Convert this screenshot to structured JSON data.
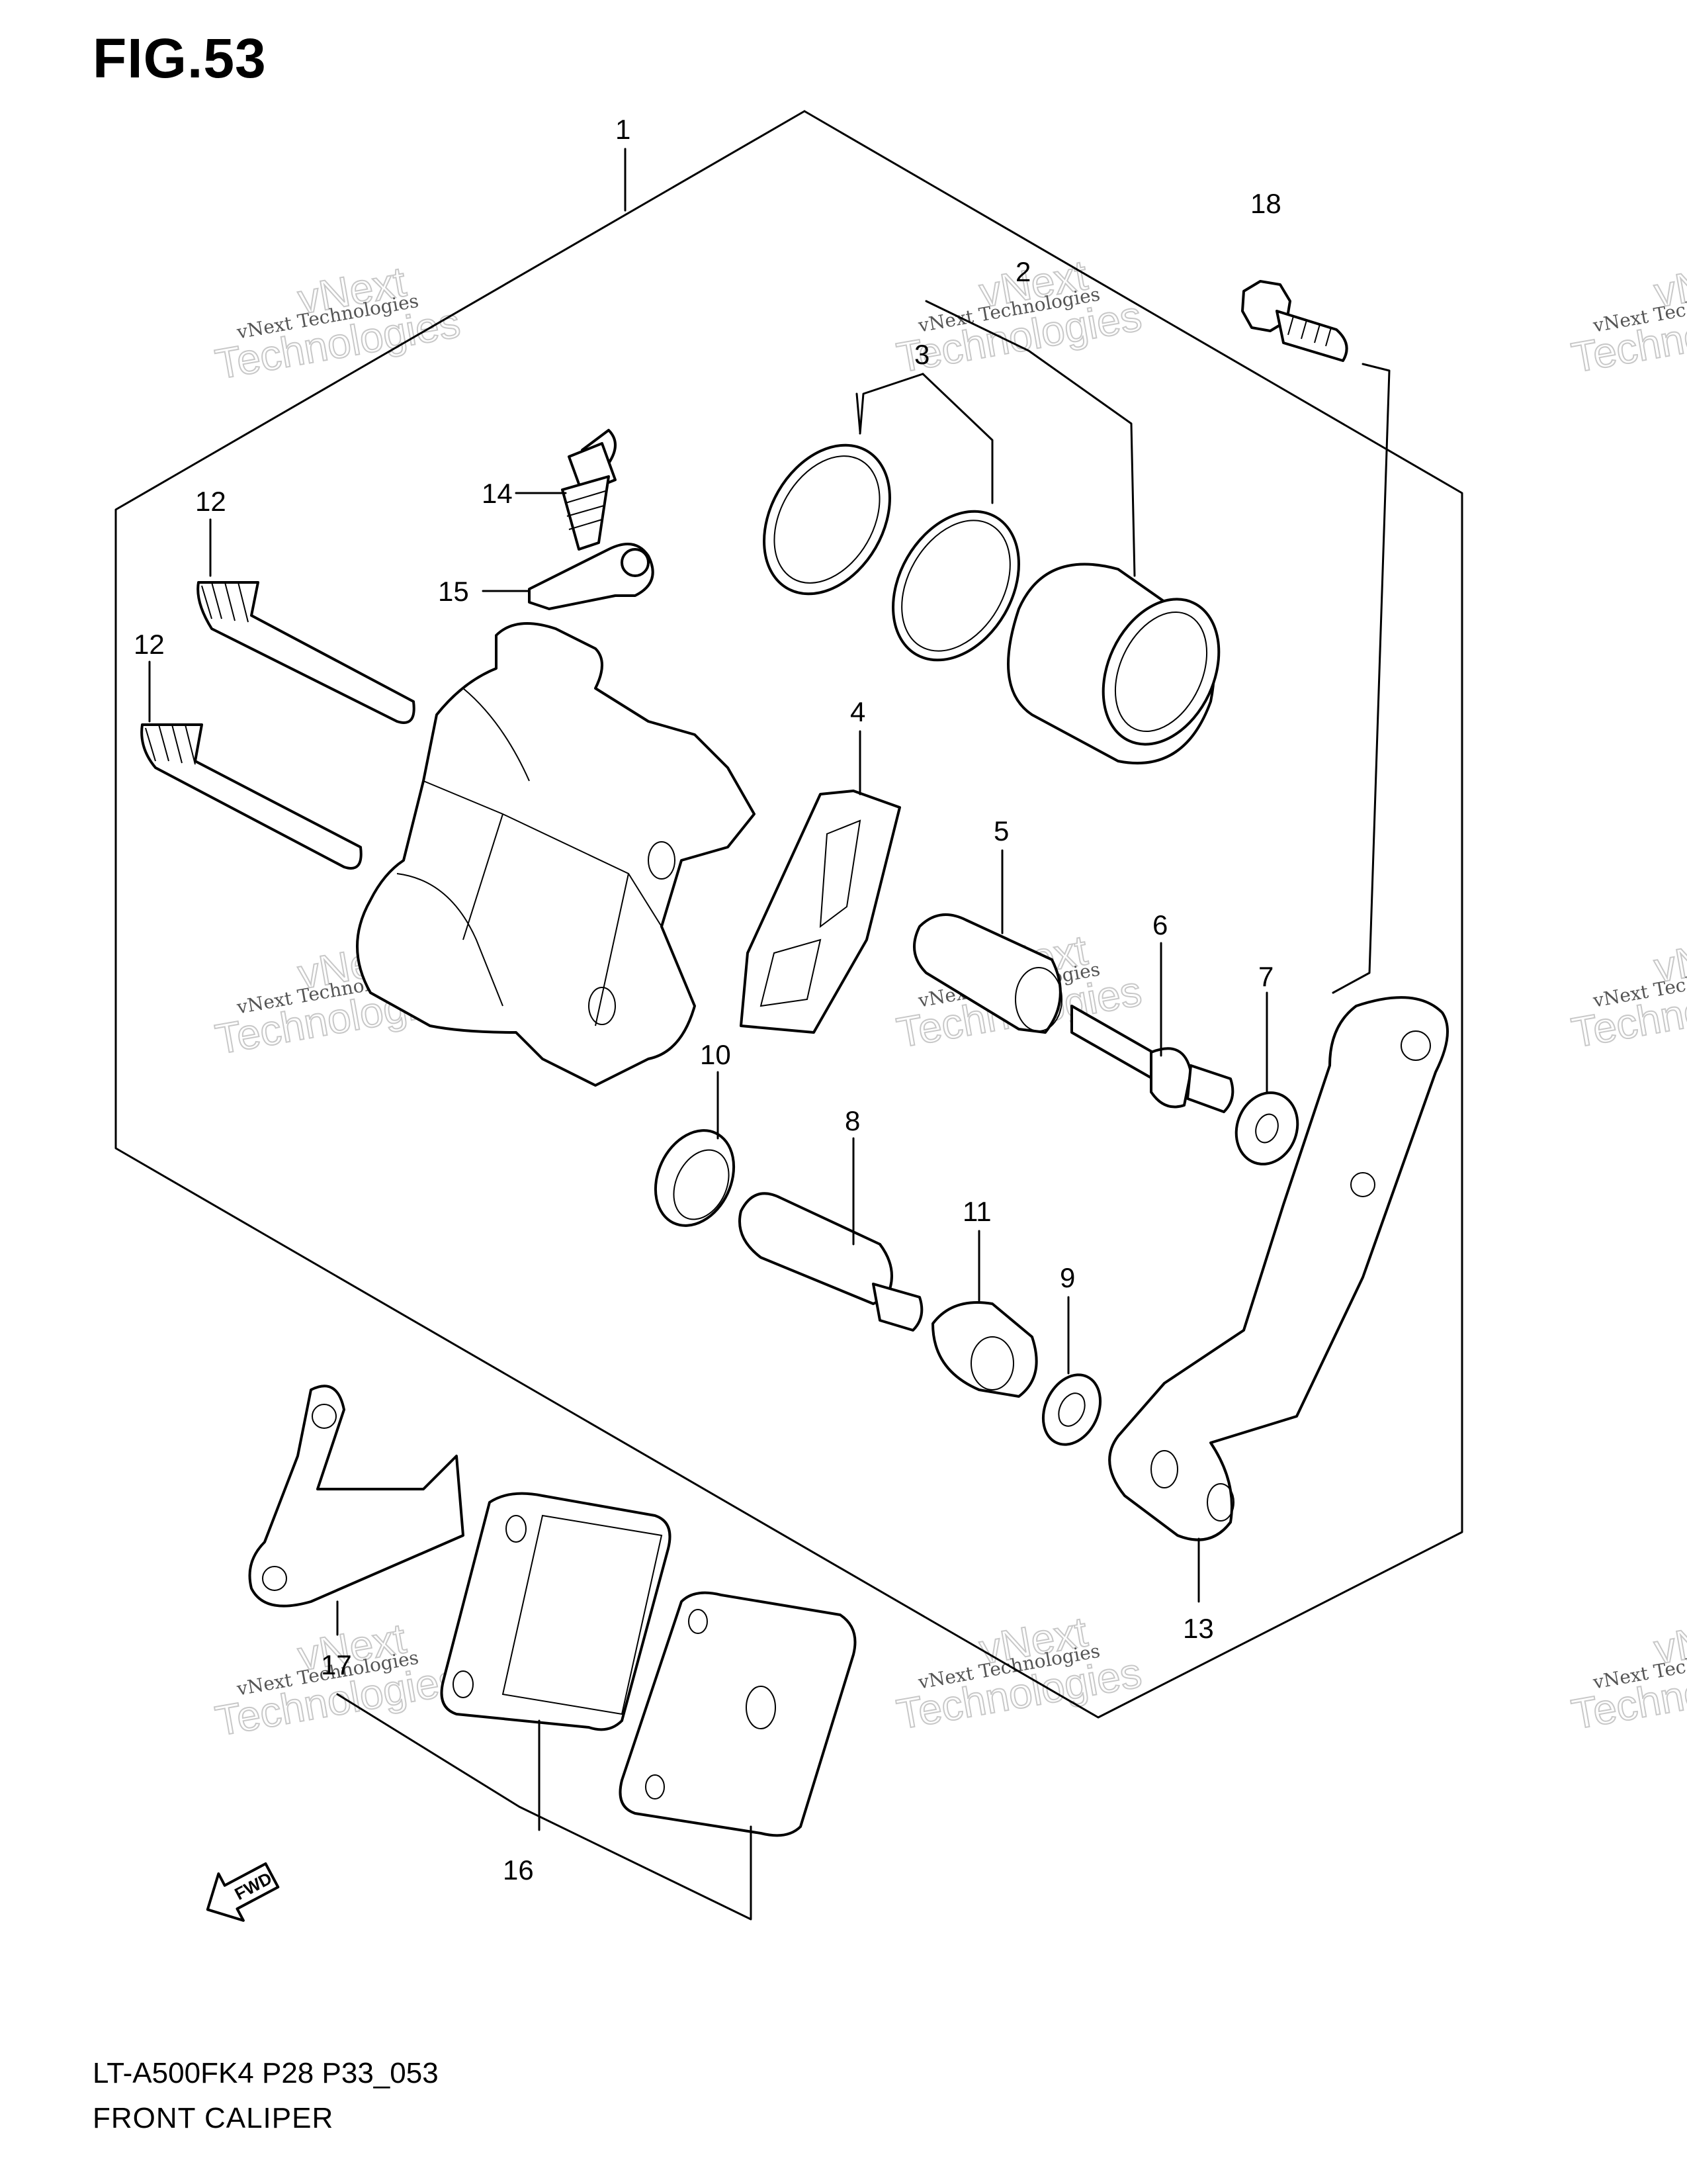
{
  "figure": {
    "title": "FIG.53",
    "model_code": "LT-A500FK4 P28 P33_053",
    "name": "FRONT CALIPER"
  },
  "callouts": [
    {
      "id": "c1",
      "label": "1"
    },
    {
      "id": "c2",
      "label": "2"
    },
    {
      "id": "c3",
      "label": "3"
    },
    {
      "id": "c4",
      "label": "4"
    },
    {
      "id": "c5",
      "label": "5"
    },
    {
      "id": "c6",
      "label": "6"
    },
    {
      "id": "c7",
      "label": "7"
    },
    {
      "id": "c8",
      "label": "8"
    },
    {
      "id": "c9",
      "label": "9"
    },
    {
      "id": "c10",
      "label": "10"
    },
    {
      "id": "c11",
      "label": "11"
    },
    {
      "id": "c12a",
      "label": "12"
    },
    {
      "id": "c12b",
      "label": "12"
    },
    {
      "id": "c13",
      "label": "13"
    },
    {
      "id": "c14",
      "label": "14"
    },
    {
      "id": "c15",
      "label": "15"
    },
    {
      "id": "c16",
      "label": "16"
    },
    {
      "id": "c17",
      "label": "17"
    },
    {
      "id": "c18",
      "label": "18"
    }
  ],
  "fwd_label": "FWD",
  "watermark": {
    "line1": "vNext Technologies",
    "line2": "vNext",
    "line3": "Technologies"
  }
}
